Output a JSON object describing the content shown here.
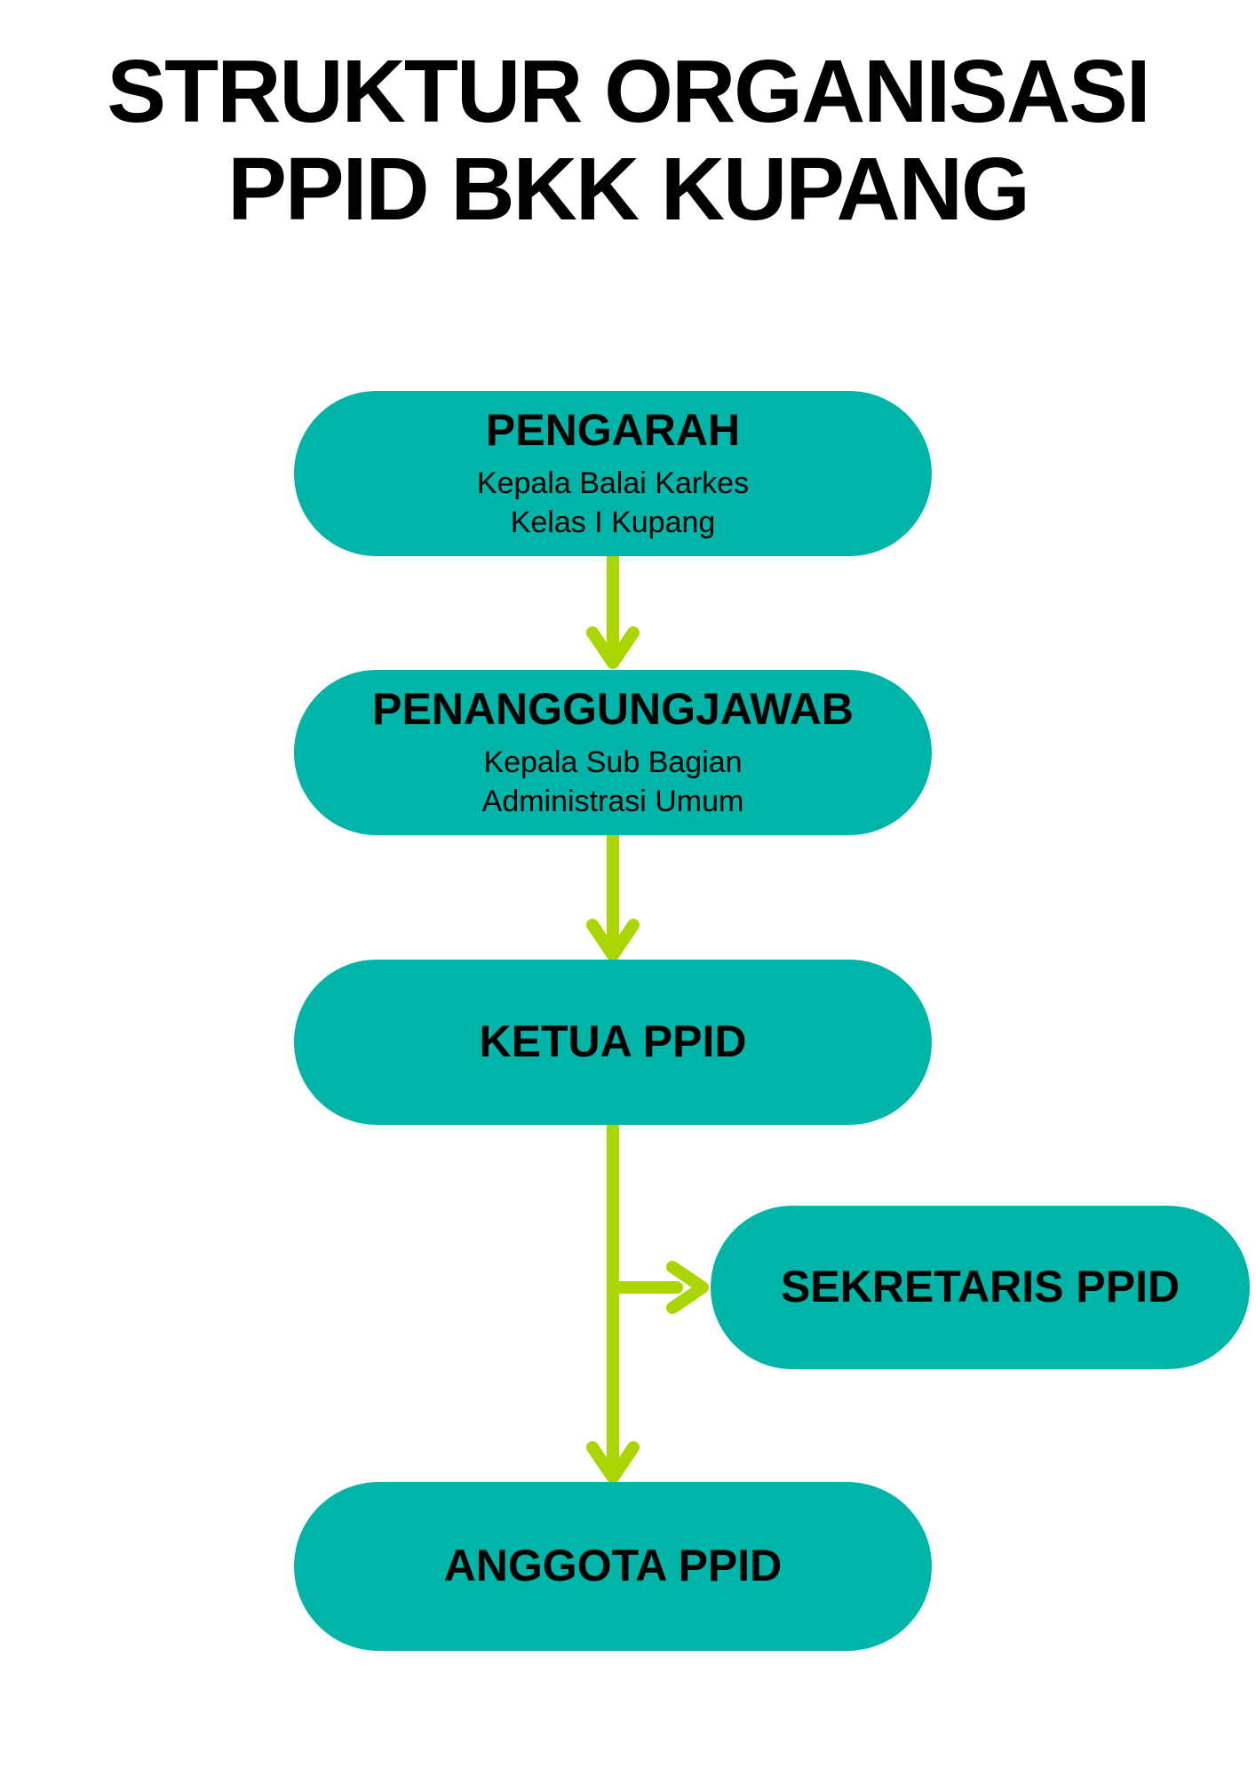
{
  "title": {
    "line1": "STRUKTUR ORGANISASI",
    "line2": "PPID BKK KUPANG"
  },
  "colors": {
    "node_fill": "#00b4a8",
    "arrow": "#aad500",
    "text": "#000000",
    "background": "#ffffff"
  },
  "diagram": {
    "type": "org-flowchart",
    "nodes": [
      {
        "id": "pengarah",
        "title": "PENGARAH",
        "subtitle_line1": "Kepala Balai Karkes",
        "subtitle_line2": "Kelas I Kupang"
      },
      {
        "id": "penanggungjawab",
        "title": "PENANGGUNGJAWAB",
        "subtitle_line1": "Kepala Sub Bagian",
        "subtitle_line2": "Administrasi Umum"
      },
      {
        "id": "ketua",
        "title": "KETUA PPID"
      },
      {
        "id": "sekretaris",
        "title": "SEKRETARIS PPID"
      },
      {
        "id": "anggota",
        "title": "ANGGOTA PPID"
      }
    ],
    "edges": [
      {
        "from": "pengarah",
        "to": "penanggungjawab",
        "direction": "down"
      },
      {
        "from": "penanggungjawab",
        "to": "ketua",
        "direction": "down"
      },
      {
        "from": "ketua",
        "to": "sekretaris",
        "direction": "right-branch"
      },
      {
        "from": "ketua",
        "to": "anggota",
        "direction": "down"
      }
    ]
  }
}
